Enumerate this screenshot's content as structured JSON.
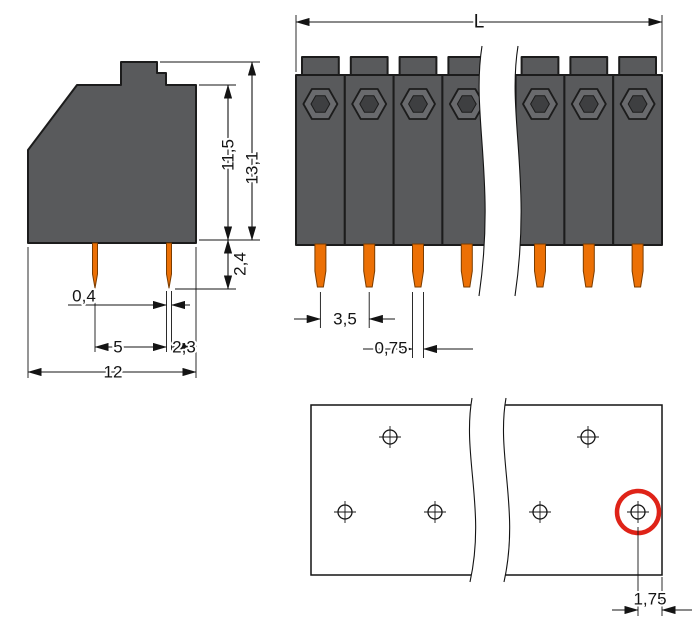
{
  "drawing": {
    "side_view": {
      "pin_width": "0,4",
      "pin_spacing": "5",
      "pin_to_edge": "2,3",
      "total_width": "12",
      "housing_height": "11,5",
      "total_height": "13,1",
      "pin_length": "2,4"
    },
    "front_view": {
      "total_length": "L",
      "pole_pitch": "3,5",
      "pin_width": "0,75"
    },
    "drilling_plan": {
      "hole_to_edge": "1,75"
    }
  },
  "colors": {
    "body": "#595a5c",
    "body_light": "#696a6d",
    "body_dark": "#3e3f41",
    "pin": "#ec7005",
    "pin_outline": "#7a3c00",
    "outline": "#1c1c1c",
    "dim": "#141414",
    "highlight": "#df2318",
    "background": "#ffffff"
  }
}
